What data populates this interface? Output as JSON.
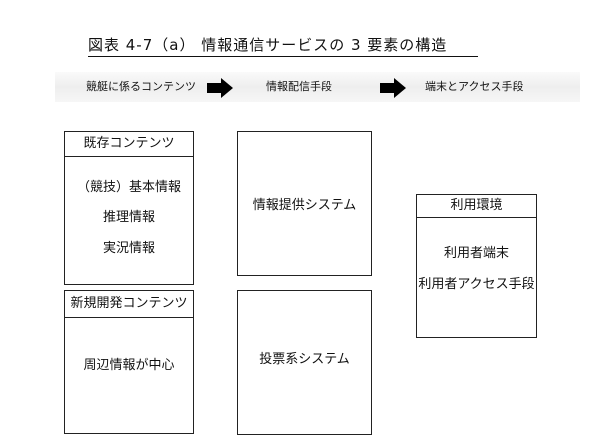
{
  "title": "図表 4-7（a） 情報通信サービスの 3 要素の構造",
  "band": {
    "steps": [
      "競艇に係るコンテンツ",
      "情報配信手段",
      "端末とアクセス手段"
    ]
  },
  "existing_contents": {
    "header": "既存コンテンツ",
    "items": [
      "（競技）基本情報",
      "推理情報",
      "実況情報"
    ]
  },
  "new_contents": {
    "header": "新規開発コンテンツ",
    "body": "周辺情報が中心"
  },
  "info_system": {
    "label": "情報提供システム"
  },
  "voting_system": {
    "label": "投票系システム"
  },
  "usage_env": {
    "header": "利用環境",
    "items": [
      "利用者端末",
      "利用者アクセス手段"
    ]
  }
}
